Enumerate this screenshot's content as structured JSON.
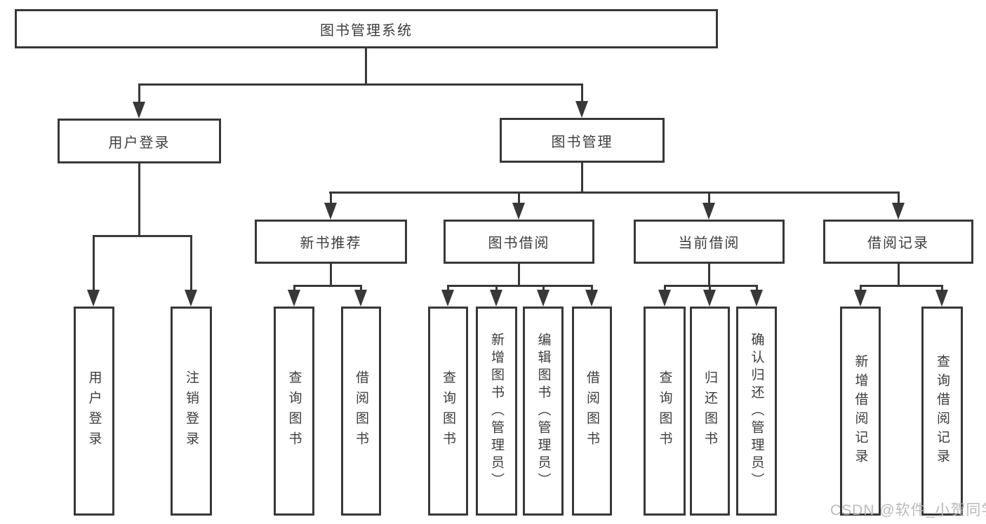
{
  "title": "图书管理系统",
  "colors": {
    "line": "#383838",
    "box_border": "#383838",
    "text": "#3d3d40",
    "background": "#ffffff",
    "watermark": "#b3b3b3"
  },
  "watermark": "CSDN @软件_小贺同学",
  "nodes": [
    {
      "name": "root",
      "label": "图书管理系统",
      "level": 1,
      "parent": null
    },
    {
      "name": "user-login",
      "label": "用户登录",
      "level": 2,
      "parent": "root"
    },
    {
      "name": "book-mgmt",
      "label": "图书管理",
      "level": 2,
      "parent": "root"
    },
    {
      "name": "user-login-action",
      "label": "用户登录",
      "level": 3,
      "parent": "user-login"
    },
    {
      "name": "logout-action",
      "label": "注销登录",
      "level": 3,
      "parent": "user-login"
    },
    {
      "name": "new-book-rec",
      "label": "新书推荐",
      "level": 3,
      "parent": "book-mgmt"
    },
    {
      "name": "book-borrow",
      "label": "图书借阅",
      "level": 3,
      "parent": "book-mgmt"
    },
    {
      "name": "current-borrow",
      "label": "当前借阅",
      "level": 3,
      "parent": "book-mgmt"
    },
    {
      "name": "borrow-records",
      "label": "借阅记录",
      "level": 3,
      "parent": "book-mgmt"
    },
    {
      "name": "query-books-rec",
      "label": "查询图书",
      "level": 4,
      "parent": "new-book-rec"
    },
    {
      "name": "borrow-books-rec",
      "label": "借阅图书",
      "level": 4,
      "parent": "new-book-rec"
    },
    {
      "name": "query-books-borrow",
      "label": "查询图书",
      "level": 4,
      "parent": "book-borrow"
    },
    {
      "name": "add-books-admin",
      "label": "新增图书（管理员）",
      "level": 4,
      "parent": "book-borrow"
    },
    {
      "name": "edit-books-admin",
      "label": "编辑图书（管理员）",
      "level": 4,
      "parent": "book-borrow"
    },
    {
      "name": "borrow-books-borrow",
      "label": "借阅图书",
      "level": 4,
      "parent": "book-borrow"
    },
    {
      "name": "query-books-current",
      "label": "查询图书",
      "level": 4,
      "parent": "current-borrow"
    },
    {
      "name": "return-books",
      "label": "归还图书",
      "level": 4,
      "parent": "current-borrow"
    },
    {
      "name": "confirm-return-admin",
      "label": "确认归还（管理员）",
      "level": 4,
      "parent": "current-borrow"
    },
    {
      "name": "add-borrow-record",
      "label": "新增借阅记录",
      "level": 4,
      "parent": "borrow-records"
    },
    {
      "name": "query-borrow-record",
      "label": "查询借阅记录",
      "level": 4,
      "parent": "borrow-records"
    }
  ]
}
